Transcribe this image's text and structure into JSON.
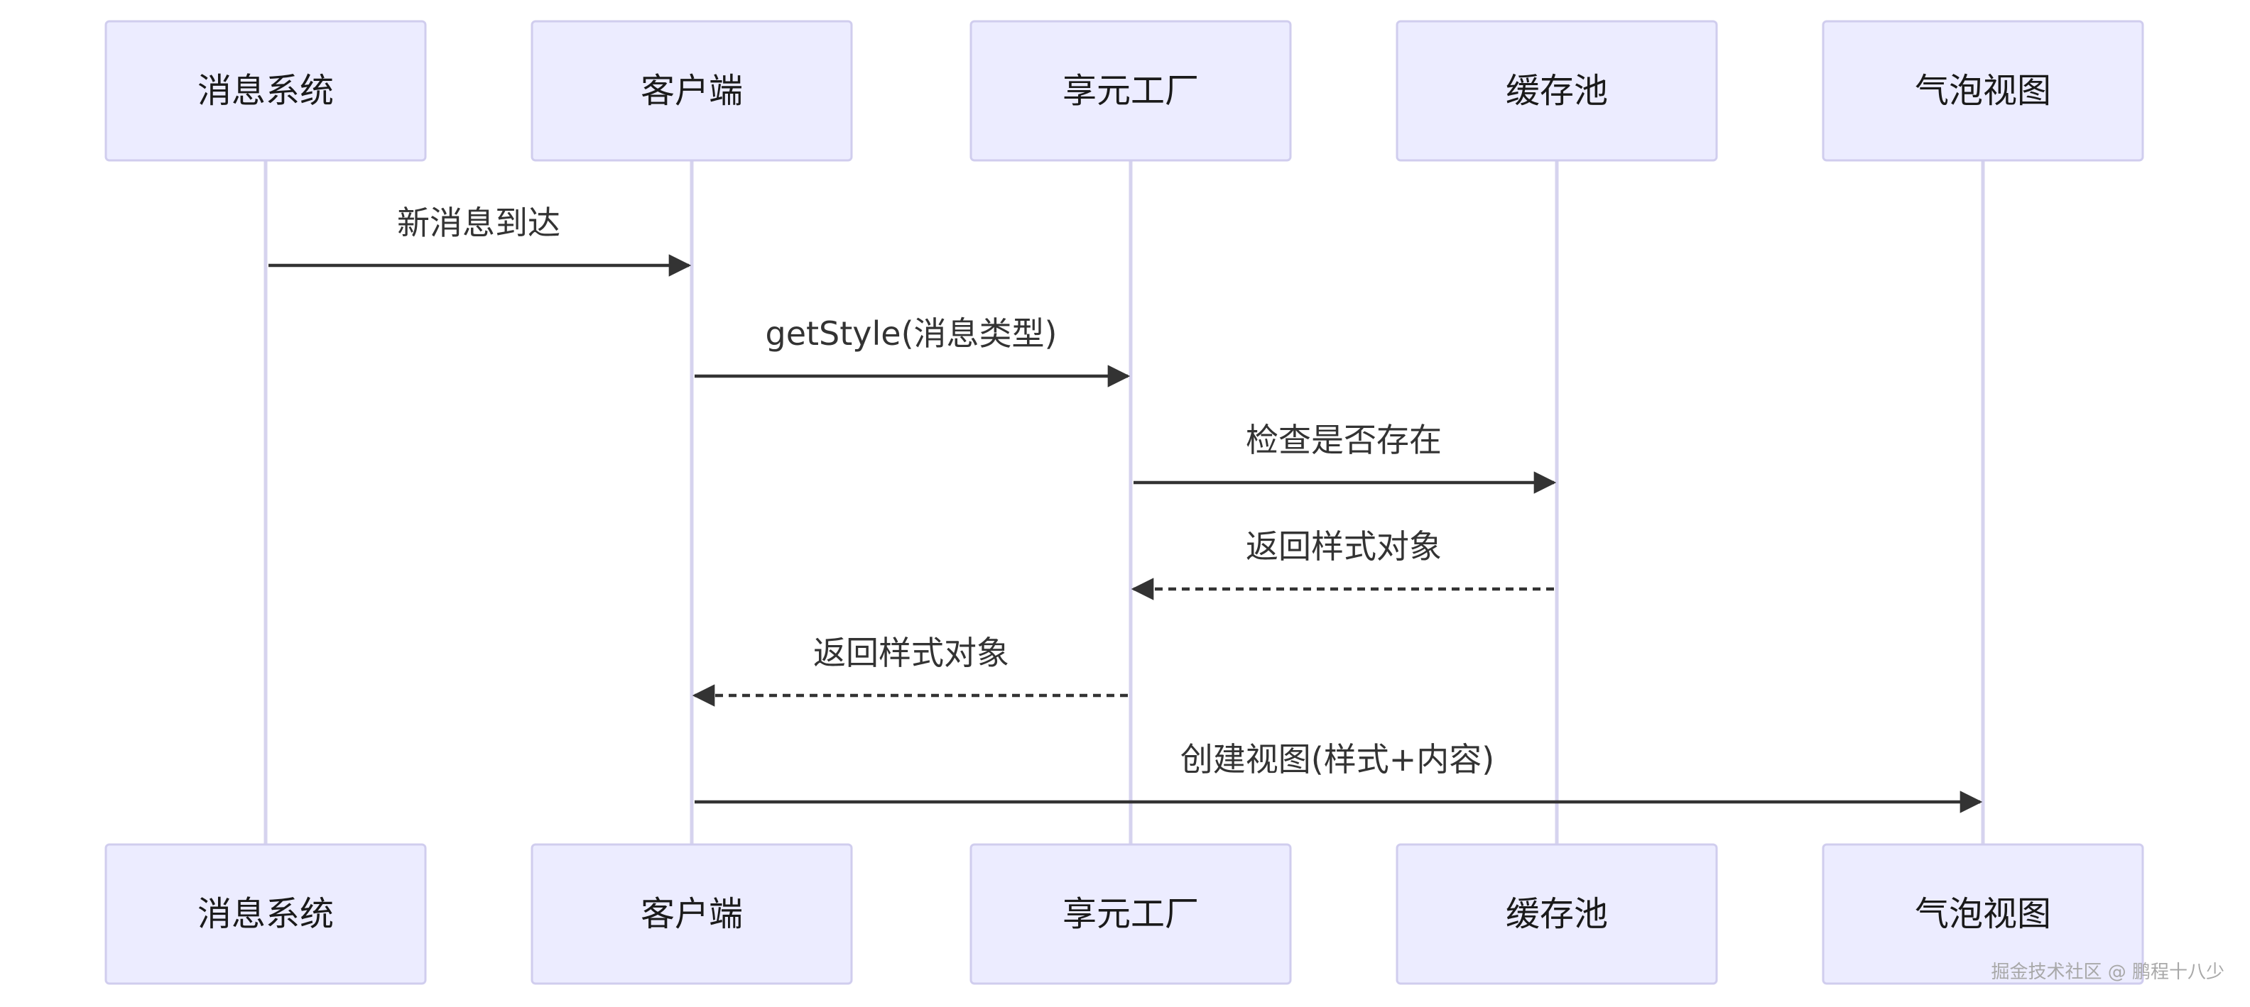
{
  "actors": [
    {
      "id": "msgsys",
      "label": "消息系统"
    },
    {
      "id": "client",
      "label": "客户端"
    },
    {
      "id": "factory",
      "label": "享元工厂"
    },
    {
      "id": "cache",
      "label": "缓存池"
    },
    {
      "id": "bubble",
      "label": "气泡视图"
    }
  ],
  "messages": [
    {
      "from": "msgsys",
      "to": "client",
      "label": "新消息到达",
      "style": "solid"
    },
    {
      "from": "client",
      "to": "factory",
      "label": "getStyle(消息类型)",
      "style": "solid"
    },
    {
      "from": "factory",
      "to": "cache",
      "label": "检查是否存在",
      "style": "solid"
    },
    {
      "from": "cache",
      "to": "factory",
      "label": "返回样式对象",
      "style": "dashed"
    },
    {
      "from": "factory",
      "to": "client",
      "label": "返回样式对象",
      "style": "dashed"
    },
    {
      "from": "client",
      "to": "bubble",
      "label": "创建视图(样式+内容)",
      "style": "solid"
    }
  ],
  "watermark": "掘金技术社区 @ 鹏程十八少",
  "colors": {
    "actor_fill": "#ececff",
    "actor_stroke": "#d0cdee",
    "lifeline": "#d6d3ee",
    "message_line": "#333333",
    "text": "#1a1a1a",
    "watermark": "#a8a8a8"
  }
}
